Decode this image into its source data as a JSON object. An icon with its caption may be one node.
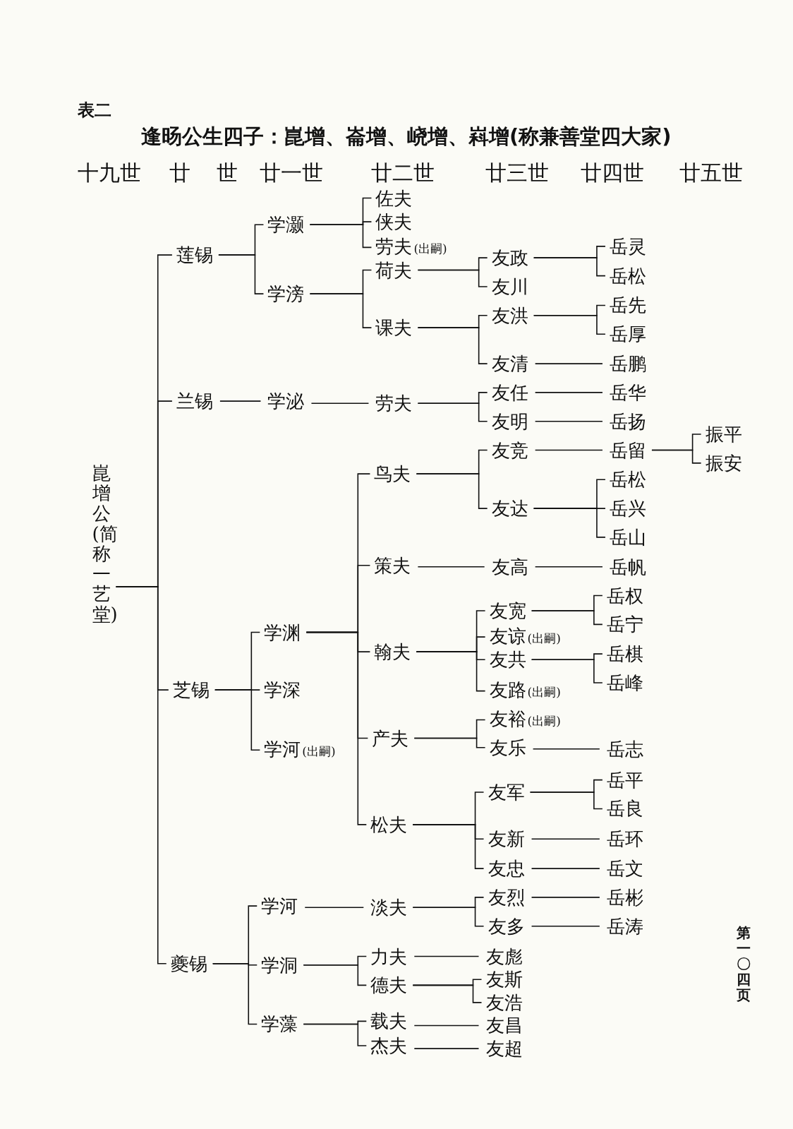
{
  "diagram": {
    "title": "逢旸公生四子：崑增、崙增、峣增、嵙增(称兼善堂四大家)",
    "nodes": [
      {
        "text": [
          "崑增公(简称一艺堂)"
        ]
      },
      {
        "text": [
          "莲锡"
        ]
      },
      {
        "text": [
          "学灏"
        ]
      },
      {
        "text": [
          "佐夫"
        ]
      },
      {
        "text": [
          "侠夫"
        ]
      },
      {
        "text": [
          "劳夫"
        ],
        "beside": [
          "(出嗣)"
        ]
      },
      {
        "text": [
          "学滂"
        ]
      },
      {
        "text": [
          "荷夫"
        ]
      },
      {
        "text": [
          "友政"
        ]
      },
      {
        "text": [
          "岳灵"
        ]
      },
      {
        "text": [
          "岳松"
        ]
      },
      {
        "text": [
          "友川"
        ]
      },
      {
        "text": [
          "课夫"
        ]
      },
      {
        "text": [
          "友洪"
        ]
      },
      {
        "text": [
          "岳先"
        ]
      },
      {
        "text": [
          "岳厚"
        ]
      },
      {
        "text": [
          "友清"
        ]
      },
      {
        "text": [
          "岳鹏"
        ]
      },
      {
        "text": [
          "兰锡"
        ]
      },
      {
        "text": [
          "学泌"
        ]
      },
      {
        "text": [
          "劳夫"
        ]
      },
      {
        "text": [
          "友任"
        ]
      },
      {
        "text": [
          "岳华"
        ]
      },
      {
        "text": [
          "友明"
        ]
      },
      {
        "text": [
          "岳扬"
        ]
      },
      {
        "text": [
          "芝锡"
        ]
      },
      {
        "text": [
          "学渊"
        ]
      },
      {
        "text": [
          "鸟夫"
        ]
      },
      {
        "text": [
          "友竞"
        ]
      },
      {
        "text": [
          "岳留"
        ]
      },
      {
        "text": [
          "振平"
        ]
      },
      {
        "text": [
          "振安"
        ]
      },
      {
        "text": [
          "友达"
        ]
      },
      {
        "text": [
          "岳松"
        ]
      },
      {
        "text": [
          "岳兴"
        ]
      },
      {
        "text": [
          "岳山"
        ]
      },
      {
        "text": [
          "策夫"
        ]
      },
      {
        "text": [
          "友高"
        ]
      },
      {
        "text": [
          "岳帆"
        ]
      },
      {
        "text": [
          "翰夫"
        ]
      },
      {
        "text": [
          "友宽"
        ]
      },
      {
        "text": [
          "岳权"
        ]
      },
      {
        "text": [
          "岳宁"
        ]
      },
      {
        "text": [
          "友谅"
        ],
        "beside": [
          "(出嗣)"
        ]
      },
      {
        "text": [
          "友共"
        ]
      },
      {
        "text": [
          "岳棋"
        ]
      },
      {
        "text": [
          "岳峰"
        ]
      },
      {
        "text": [
          "友路"
        ],
        "beside": [
          "(出嗣)"
        ]
      },
      {
        "text": [
          "产夫"
        ]
      },
      {
        "text": [
          "友裕"
        ],
        "beside": [
          "(出嗣)"
        ]
      },
      {
        "text": [
          "友乐"
        ]
      },
      {
        "text": [
          "岳志"
        ]
      },
      {
        "text": [
          "松夫"
        ]
      },
      {
        "text": [
          "友军"
        ]
      },
      {
        "text": [
          "岳平"
        ]
      },
      {
        "text": [
          "岳良"
        ]
      },
      {
        "text": [
          "友新"
        ]
      },
      {
        "text": [
          "岳环"
        ]
      },
      {
        "text": [
          "友忠"
        ]
      },
      {
        "text": [
          "岳文"
        ]
      },
      {
        "text": [
          "学深"
        ]
      },
      {
        "text": [
          "学河"
        ],
        "beside": [
          "(出嗣)"
        ]
      },
      {
        "text": [
          "夔锡"
        ]
      },
      {
        "text": [
          "学河"
        ]
      },
      {
        "text": [
          "淡夫"
        ]
      },
      {
        "text": [
          "友烈"
        ]
      },
      {
        "text": [
          "岳彬"
        ]
      },
      {
        "text": [
          "友多"
        ]
      },
      {
        "text": [
          "岳涛"
        ]
      },
      {
        "text": [
          "学洞"
        ]
      },
      {
        "text": [
          "力夫"
        ]
      },
      {
        "text": [
          "友彪"
        ]
      },
      {
        "text": [
          "德夫"
        ]
      },
      {
        "text": [
          "友斯"
        ]
      },
      {
        "text": [
          "友浩"
        ]
      },
      {
        "text": [
          "学藻"
        ]
      },
      {
        "text": [
          "载夫"
        ]
      },
      {
        "text": [
          "友昌"
        ]
      },
      {
        "text": [
          "杰夫"
        ]
      },
      {
        "text": [
          "友超"
        ]
      }
    ],
    "edges": [
      {
        "from": 0,
        "to": 1,
        "arrow": "none"
      },
      {
        "from": 0,
        "to": 18,
        "arrow": "none"
      },
      {
        "from": 0,
        "to": 25,
        "arrow": "none"
      },
      {
        "from": 0,
        "to": 62,
        "arrow": "none"
      },
      {
        "from": 1,
        "to": 2,
        "arrow": "none"
      },
      {
        "from": 1,
        "to": 6,
        "arrow": "none"
      },
      {
        "from": 2,
        "to": 3,
        "arrow": "none"
      },
      {
        "from": 2,
        "to": 4,
        "arrow": "none"
      },
      {
        "from": 2,
        "to": 5,
        "arrow": "none"
      },
      {
        "from": 6,
        "to": 7,
        "arrow": "none"
      },
      {
        "from": 6,
        "to": 12,
        "arrow": "none"
      },
      {
        "from": 7,
        "to": 8,
        "arrow": "none"
      },
      {
        "from": 7,
        "to": 11,
        "arrow": "none"
      },
      {
        "from": 8,
        "to": 9,
        "arrow": "none"
      },
      {
        "from": 8,
        "to": 10,
        "arrow": "none"
      },
      {
        "from": 12,
        "to": 13,
        "arrow": "none"
      },
      {
        "from": 12,
        "to": 16,
        "arrow": "none"
      },
      {
        "from": 13,
        "to": 14,
        "arrow": "none"
      },
      {
        "from": 13,
        "to": 15,
        "arrow": "none"
      },
      {
        "from": 16,
        "to": 17,
        "arrow": "none"
      },
      {
        "from": 18,
        "to": 19,
        "arrow": "none"
      },
      {
        "from": 19,
        "to": 20,
        "arrow": "none"
      },
      {
        "from": 20,
        "to": 21,
        "arrow": "none"
      },
      {
        "from": 20,
        "to": 23,
        "arrow": "none"
      },
      {
        "from": 21,
        "to": 22,
        "arrow": "none"
      },
      {
        "from": 23,
        "to": 24,
        "arrow": "none"
      },
      {
        "from": 25,
        "to": 26,
        "arrow": "none"
      },
      {
        "from": 25,
        "to": 60,
        "arrow": "none"
      },
      {
        "from": 25,
        "to": 61,
        "arrow": "none"
      },
      {
        "from": 26,
        "to": 27,
        "arrow": "none"
      },
      {
        "from": 26,
        "to": 36,
        "arrow": "none"
      },
      {
        "from": 26,
        "to": 39,
        "arrow": "none"
      },
      {
        "from": 26,
        "to": 48,
        "arrow": "none"
      },
      {
        "from": 26,
        "to": 52,
        "arrow": "none"
      },
      {
        "from": 27,
        "to": 28,
        "arrow": "none"
      },
      {
        "from": 27,
        "to": 32,
        "arrow": "none"
      },
      {
        "from": 28,
        "to": 29,
        "arrow": "none"
      },
      {
        "from": 29,
        "to": 30,
        "arrow": "none"
      },
      {
        "from": 29,
        "to": 31,
        "arrow": "none"
      },
      {
        "from": 32,
        "to": 33,
        "arrow": "none"
      },
      {
        "from": 32,
        "to": 34,
        "arrow": "none"
      },
      {
        "from": 32,
        "to": 35,
        "arrow": "none"
      },
      {
        "from": 36,
        "to": 37,
        "arrow": "none"
      },
      {
        "from": 37,
        "to": 38,
        "arrow": "none"
      },
      {
        "from": 39,
        "to": 40,
        "arrow": "none"
      },
      {
        "from": 39,
        "to": 43,
        "arrow": "none"
      },
      {
        "from": 39,
        "to": 44,
        "arrow": "none"
      },
      {
        "from": 39,
        "to": 47,
        "arrow": "none"
      },
      {
        "from": 40,
        "to": 41,
        "arrow": "none"
      },
      {
        "from": 40,
        "to": 42,
        "arrow": "none"
      },
      {
        "from": 44,
        "to": 45,
        "arrow": "none"
      },
      {
        "from": 44,
        "to": 46,
        "arrow": "none"
      },
      {
        "from": 48,
        "to": 49,
        "arrow": "none"
      },
      {
        "from": 48,
        "to": 50,
        "arrow": "none"
      },
      {
        "from": 50,
        "to": 51,
        "arrow": "none"
      },
      {
        "from": 52,
        "to": 53,
        "arrow": "none"
      },
      {
        "from": 52,
        "to": 56,
        "arrow": "none"
      },
      {
        "from": 52,
        "to": 58,
        "arrow": "none"
      },
      {
        "from": 53,
        "to": 54,
        "arrow": "none"
      },
      {
        "from": 53,
        "to": 55,
        "arrow": "none"
      },
      {
        "from": 56,
        "to": 57,
        "arrow": "none"
      },
      {
        "from": 58,
        "to": 59,
        "arrow": "none"
      },
      {
        "from": 62,
        "to": 63,
        "arrow": "none"
      },
      {
        "from": 62,
        "to": 69,
        "arrow": "none"
      },
      {
        "from": 62,
        "to": 75,
        "arrow": "none"
      },
      {
        "from": 63,
        "to": 64,
        "arrow": "none"
      },
      {
        "from": 64,
        "to": 65,
        "arrow": "none"
      },
      {
        "from": 64,
        "to": 67,
        "arrow": "none"
      },
      {
        "from": 65,
        "to": 66,
        "arrow": "none"
      },
      {
        "from": 67,
        "to": 68,
        "arrow": "none"
      },
      {
        "from": 69,
        "to": 70,
        "arrow": "none"
      },
      {
        "from": 69,
        "to": 72,
        "arrow": "none"
      },
      {
        "from": 70,
        "to": 71,
        "arrow": "none"
      },
      {
        "from": 72,
        "to": 73,
        "arrow": "none"
      },
      {
        "from": 72,
        "to": 74,
        "arrow": "none"
      },
      {
        "from": 75,
        "to": 76,
        "arrow": "none"
      },
      {
        "from": 75,
        "to": 78,
        "arrow": "none"
      },
      {
        "from": 76,
        "to": 77,
        "arrow": "none"
      },
      {
        "from": 78,
        "to": 79,
        "arrow": "none"
      }
    ],
    "labels": [
      "表二",
      "十九世",
      "廿 世",
      "廿一世",
      "廿二世",
      "廿三世",
      "廿四世",
      "廿五世",
      "第一〇四页"
    ]
  }
}
